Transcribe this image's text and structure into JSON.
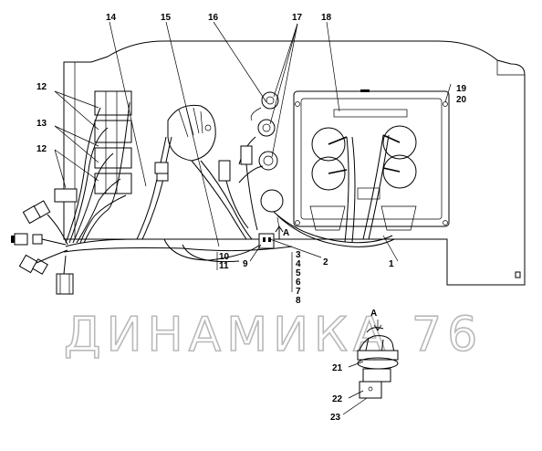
{
  "watermark": {
    "text": "ДИНАМИКА 76"
  },
  "view_label": "A",
  "callouts": {
    "c1": "1",
    "c2": "2",
    "c3": "3",
    "c4": "4",
    "c5": "5",
    "c6": "6",
    "c7": "7",
    "c8": "8",
    "c9": "9",
    "c10": "10",
    "c11": "11",
    "c12a": "12",
    "c12b": "12",
    "c13": "13",
    "c14": "14",
    "c15": "15",
    "c16": "16",
    "c17": "17",
    "c18": "18",
    "c19": "19",
    "c20": "20",
    "c21": "21",
    "c22": "22",
    "c23": "23"
  }
}
